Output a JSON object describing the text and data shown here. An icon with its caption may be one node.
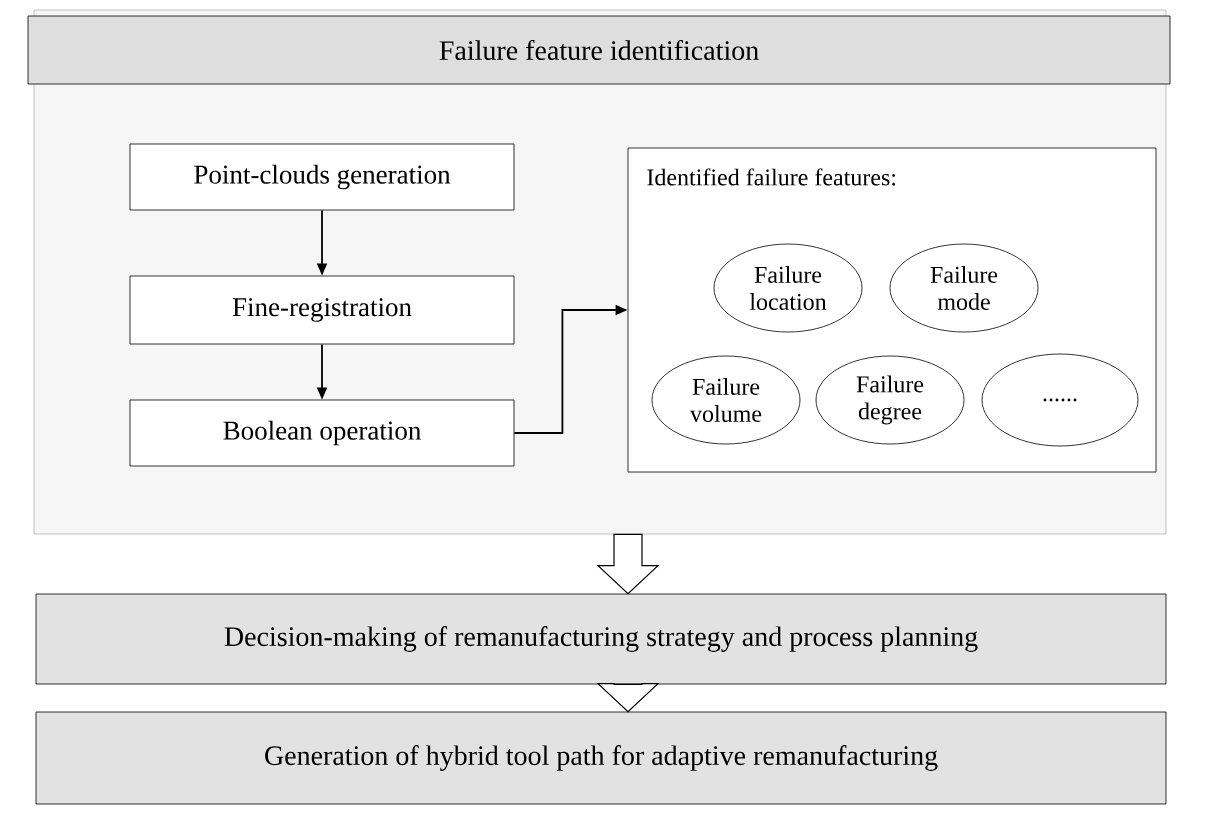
{
  "diagram": {
    "nodes": [
      {
        "text": [
          "Failure feature identification"
        ]
      },
      {
        "text": [
          "Point-clouds generation"
        ],
        "in": 0
      },
      {
        "text": [
          "Fine-registration"
        ],
        "in": 0
      },
      {
        "text": [
          "Boolean operation"
        ],
        "in": 0
      },
      {
        "text": [
          "Identified failure features:"
        ],
        "in": 0
      },
      {
        "text": [
          "Failure location"
        ],
        "in": 4
      },
      {
        "text": [
          "Failure mode"
        ],
        "in": 4
      },
      {
        "text": [
          "Failure volume"
        ],
        "in": 4
      },
      {
        "text": [
          "Failure degree"
        ],
        "in": 4
      },
      {
        "text": [
          "......"
        ],
        "in": 4
      },
      {
        "text": [
          "Decision-making of remanufacturing strategy and process planning"
        ]
      },
      {
        "text": [
          "Generation of hybrid tool path for adaptive remanufacturing"
        ]
      }
    ],
    "edges": [
      {
        "from": 1,
        "to": 2,
        "arrow": "to"
      },
      {
        "from": 2,
        "to": 3,
        "arrow": "to"
      },
      {
        "from": 3,
        "to": 4,
        "arrow": "to"
      },
      {
        "from": 0,
        "to": 10,
        "arrow": "to",
        "style": "thick"
      },
      {
        "from": 10,
        "to": 11,
        "arrow": "to",
        "style": "thick"
      }
    ]
  }
}
